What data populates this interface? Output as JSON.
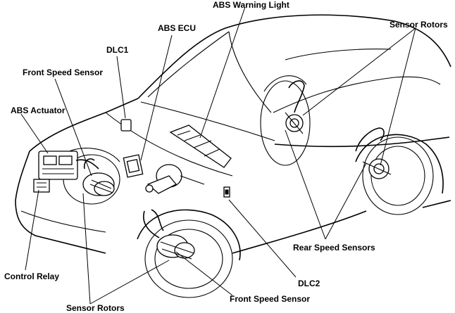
{
  "labels": {
    "abs_warning_light": "ABS Warning Light",
    "sensor_rotors_top": "Sensor Rotors",
    "abs_ecu": "ABS ECU",
    "dlc1": "DLC1",
    "front_speed_sensor_top": "Front Speed Sensor",
    "abs_actuator": "ABS Actuator",
    "rear_speed_sensors": "Rear Speed Sensors",
    "control_relay": "Control Relay",
    "dlc2": "DLC2",
    "front_speed_sensor_bottom": "Front Speed Sensor",
    "sensor_rotors_bottom": "Sensor Rotors"
  }
}
